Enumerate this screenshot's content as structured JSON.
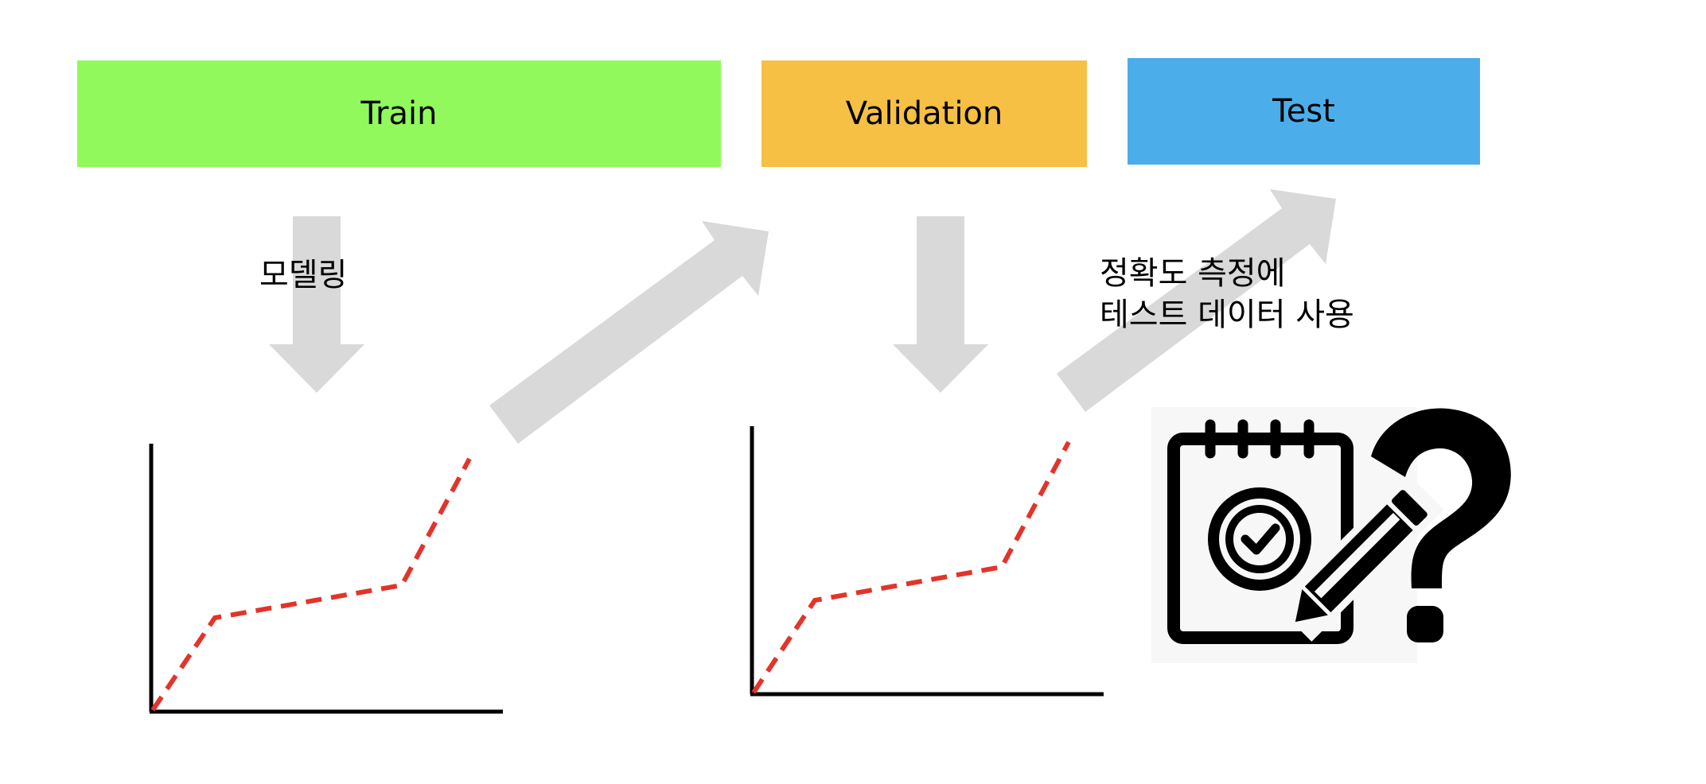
{
  "stages": {
    "train": {
      "label": "Train",
      "color": "#91F95C"
    },
    "validation": {
      "label": "Validation",
      "color": "#F5C044"
    },
    "test": {
      "label": "Test",
      "color": "#4BAEEA"
    }
  },
  "captions": {
    "modeling": "모델링",
    "test_usage_line1": "정확도 측정에",
    "test_usage_line2": "테스트 데이터 사용"
  },
  "colors": {
    "arrow": "#D9D9D9",
    "curve": "#E3342A",
    "axis": "#000000",
    "icon": "#000000",
    "icon_bg": "#F7F7F7"
  },
  "icons": {
    "test_icon": "notepad-checkmark-pencil-icon",
    "question_icon": "question-mark-icon"
  }
}
